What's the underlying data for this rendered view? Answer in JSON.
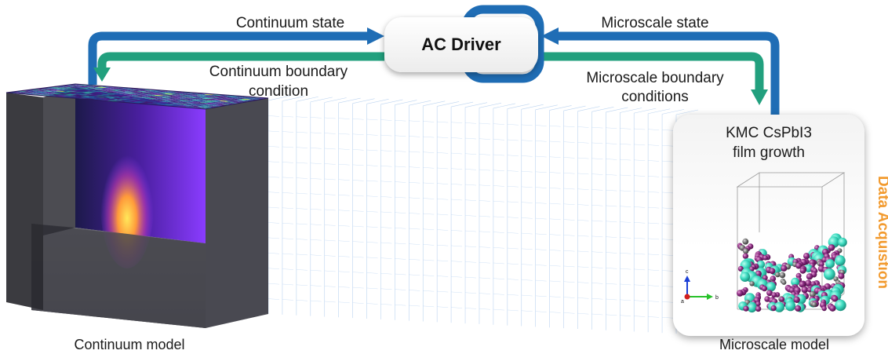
{
  "driver": {
    "label": "AC Driver"
  },
  "arrows": {
    "continuum_state": "Continuum state",
    "continuum_bc_line1": "Continuum boundary",
    "continuum_bc_line2": "condition",
    "microscale_state": "Microscale state",
    "microscale_bc_line1": "Microscale boundary",
    "microscale_bc_line2": "conditions"
  },
  "microscale_panel": {
    "title_line1": "KMC CsPbI3",
    "title_line2": "film growth",
    "axes": {
      "c": "c",
      "a": "a",
      "b": "b"
    }
  },
  "side_label": "Data Acquistion",
  "captions": {
    "continuum": "Continuum model",
    "microscale": "Microscale model"
  },
  "colors": {
    "state_arrow": "#1f6db5",
    "boundary_arrow": "#22a07e",
    "accent": "#f29a2e",
    "heat_top": "#4a2a8c",
    "heat_hot": "#fde725",
    "atom_cyan": "#3ddbc0",
    "atom_purple": "#7a2470"
  }
}
